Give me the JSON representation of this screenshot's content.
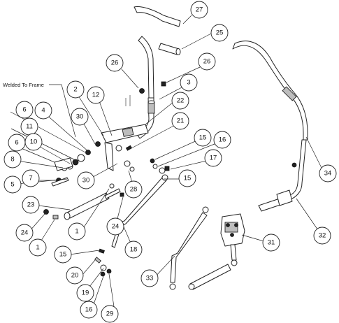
{
  "diagram": {
    "note": "Welded To Frame",
    "callouts": [
      {
        "id": "c27",
        "label": "27"
      },
      {
        "id": "c25",
        "label": "25"
      },
      {
        "id": "c26a",
        "label": "26"
      },
      {
        "id": "c26b",
        "label": "26"
      },
      {
        "id": "c3",
        "label": "3"
      },
      {
        "id": "c2",
        "label": "2"
      },
      {
        "id": "c12",
        "label": "12"
      },
      {
        "id": "c22",
        "label": "22"
      },
      {
        "id": "c30a",
        "label": "30"
      },
      {
        "id": "c6a",
        "label": "6"
      },
      {
        "id": "c4",
        "label": "4"
      },
      {
        "id": "c11",
        "label": "11"
      },
      {
        "id": "c21",
        "label": "21"
      },
      {
        "id": "c10",
        "label": "10"
      },
      {
        "id": "c6b",
        "label": "6"
      },
      {
        "id": "c15a",
        "label": "15"
      },
      {
        "id": "c16a",
        "label": "16"
      },
      {
        "id": "c8",
        "label": "8"
      },
      {
        "id": "c17",
        "label": "17"
      },
      {
        "id": "c7",
        "label": "7"
      },
      {
        "id": "c5",
        "label": "5"
      },
      {
        "id": "c30b",
        "label": "30"
      },
      {
        "id": "c28",
        "label": "28"
      },
      {
        "id": "c15b",
        "label": "15"
      },
      {
        "id": "c34",
        "label": "34"
      },
      {
        "id": "c23",
        "label": "23"
      },
      {
        "id": "c24a",
        "label": "24"
      },
      {
        "id": "c1a",
        "label": "1"
      },
      {
        "id": "c24b",
        "label": "24"
      },
      {
        "id": "c1b",
        "label": "1"
      },
      {
        "id": "c32",
        "label": "32"
      },
      {
        "id": "c31",
        "label": "31"
      },
      {
        "id": "c18",
        "label": "18"
      },
      {
        "id": "c15c",
        "label": "15"
      },
      {
        "id": "c33",
        "label": "33"
      },
      {
        "id": "c20",
        "label": "20"
      },
      {
        "id": "c19",
        "label": "19"
      },
      {
        "id": "c16b",
        "label": "16"
      },
      {
        "id": "c29",
        "label": "29"
      }
    ]
  }
}
